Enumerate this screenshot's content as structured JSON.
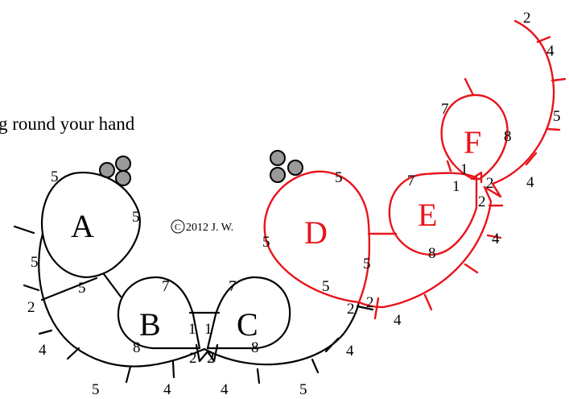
{
  "caption": "g round your hand",
  "copyright": "2012 J. W.",
  "copyright_symbol": "C",
  "colors": {
    "black": "#000000",
    "red": "#e8141b",
    "bead": "#9a9a9a"
  },
  "rings": {
    "A": {
      "label": "A",
      "counts": [
        "5",
        "5",
        "5",
        "5"
      ]
    },
    "B": {
      "label": "B",
      "counts": [
        "7",
        "1",
        "8"
      ]
    },
    "C": {
      "label": "C",
      "counts": [
        "7",
        "1",
        "8"
      ]
    },
    "D": {
      "label": "D",
      "counts": [
        "5",
        "5",
        "5",
        "5"
      ]
    },
    "E": {
      "label": "E",
      "counts": [
        "7",
        "1",
        "8"
      ]
    },
    "F": {
      "label": "F",
      "counts": [
        "7",
        "1",
        "8"
      ]
    }
  },
  "chains": {
    "left": [
      "2",
      "4",
      "5",
      "4"
    ],
    "right": [
      "4",
      "5",
      "4",
      "2"
    ],
    "center": [
      "2",
      "2"
    ],
    "red_lower": [
      "2",
      "4",
      "4",
      "2"
    ],
    "red_upper": [
      "2",
      "4",
      "5",
      "4",
      "2"
    ]
  }
}
